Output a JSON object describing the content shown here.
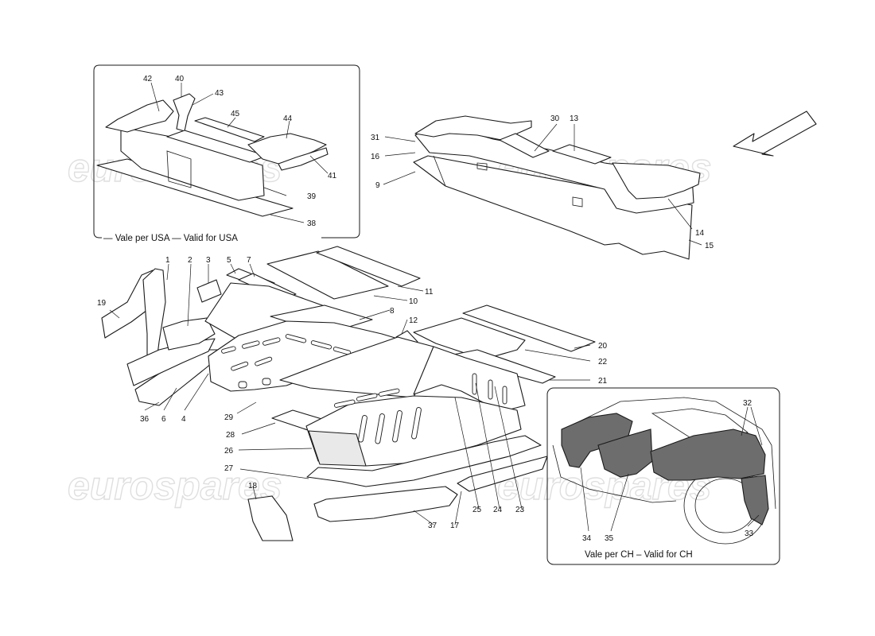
{
  "watermark": {
    "text": "eurospares",
    "color": "#dcdcdc"
  },
  "insets": {
    "usa_caption": "— Vale per USA — Valid for USA",
    "ch_caption": "Vale per CH – Valid for CH"
  },
  "callouts": {
    "n1": "1",
    "n2": "2",
    "n3": "3",
    "n4": "4",
    "n5": "5",
    "n6": "6",
    "n7": "7",
    "n8": "8",
    "n9": "9",
    "n10": "10",
    "n11": "11",
    "n12": "12",
    "n13": "13",
    "n14": "14",
    "n15": "15",
    "n16": "16",
    "n17": "17",
    "n18": "18",
    "n19": "19",
    "n20": "20",
    "n21": "21",
    "n22": "22",
    "n23": "23",
    "n24": "24",
    "n25": "25",
    "n26": "26",
    "n27": "27",
    "n28": "28",
    "n29": "29",
    "n30": "30",
    "n31": "31",
    "n32": "32",
    "n33": "33",
    "n34": "34",
    "n35": "35",
    "n36": "36",
    "n37": "37",
    "n38": "38",
    "n39": "39",
    "n40": "40",
    "n41": "41",
    "n42": "42",
    "n43": "43",
    "n44": "44",
    "n45": "45"
  },
  "icons": {
    "direction_arrow": "direction-arrow-icon"
  }
}
